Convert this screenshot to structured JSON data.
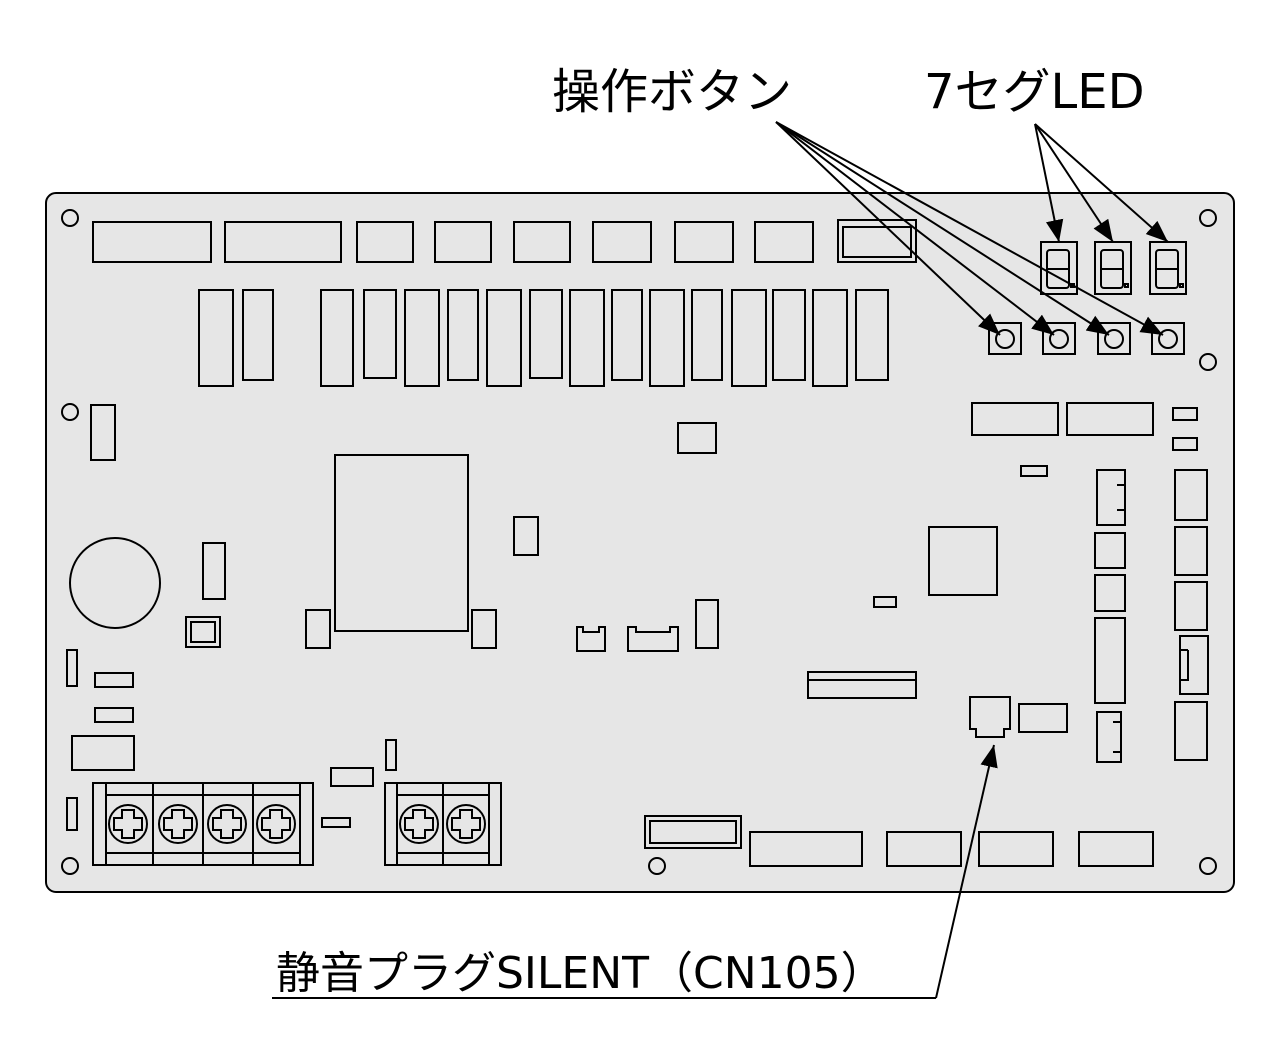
{
  "labels": {
    "buttons": "操作ボタン",
    "seg_led": "7セグLED",
    "silent_plug": "静音プラグSILENT（CN105）"
  },
  "colors": {
    "board": "#e6e6e6",
    "line": "#000000"
  }
}
